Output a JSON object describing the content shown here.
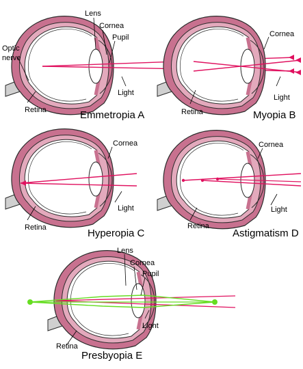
{
  "colors": {
    "eye_wall": "#c8718f",
    "eye_wall_light": "#e3a9bc",
    "outline": "#2b2b2b",
    "light_ray": "#e0115f",
    "presbyopia_ray": "#66dd22",
    "optic_nerve": "#d0d0d0"
  },
  "panels": {
    "a": {
      "caption": "Emmetropia A",
      "labels": {
        "lens": "Lens",
        "cornea": "Cornea",
        "pupil": "Pupil",
        "optic_nerve": "Optic\nnerve",
        "light": "Light",
        "retina": "Retina"
      }
    },
    "b": {
      "caption": "Myopia B",
      "labels": {
        "cornea": "Cornea",
        "light": "Light",
        "retina": "Retina"
      }
    },
    "c": {
      "caption": "Hyperopia C",
      "labels": {
        "cornea": "Cornea",
        "light": "Light",
        "retina": "Retina"
      }
    },
    "d": {
      "caption": "Astigmatism D",
      "labels": {
        "cornea": "Cornea",
        "light": "Light",
        "retina": "Retina"
      }
    },
    "e": {
      "caption": "Presbyopia E",
      "labels": {
        "lens": "Lens",
        "cornea": "Cornea",
        "pupil": "Pupil",
        "light": "Light",
        "retina": "Retina"
      }
    }
  }
}
